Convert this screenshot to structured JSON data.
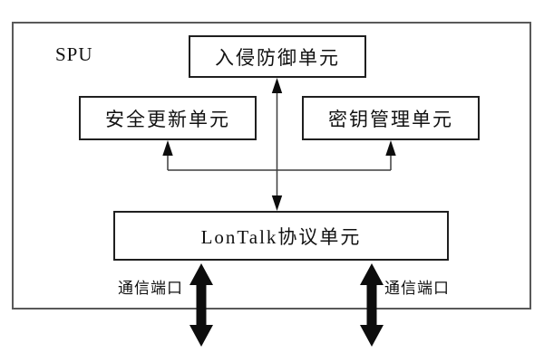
{
  "diagram": {
    "frame_label": "SPU",
    "nodes": {
      "intrusion": {
        "label": "入侵防御单元"
      },
      "update": {
        "label": "安全更新单元"
      },
      "key": {
        "label": "密钥管理单元"
      },
      "lontalk": {
        "label": "LonTalk协议单元"
      }
    },
    "ports": {
      "left_label": "通信端口",
      "right_label": "通信端口"
    },
    "colors": {
      "background": "#ffffff",
      "frame_border": "#595959",
      "box_border": "#1f1f1f",
      "text": "#111111",
      "thin_line": "#3d3d3d",
      "arrow_fill": "#0d0d0d"
    }
  }
}
